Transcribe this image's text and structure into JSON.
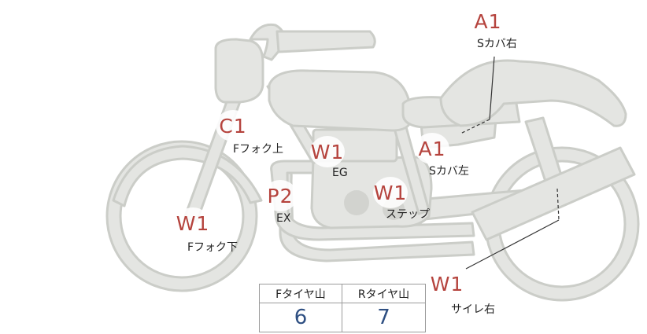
{
  "markers": [
    {
      "code": "A1",
      "label": "Sカバ右"
    },
    {
      "code": "C1",
      "label": "Fフォク上"
    },
    {
      "code": "W1",
      "label": "EG"
    },
    {
      "code": "A1",
      "label": "Sカバ左"
    },
    {
      "code": "W1",
      "label": "ステップ"
    },
    {
      "code": "P2",
      "label": "EX"
    },
    {
      "code": "W1",
      "label": "Fフォク下"
    },
    {
      "code": "W1",
      "label": "サイレ右"
    }
  ],
  "tire_table": {
    "headers": [
      "Fタイヤ山",
      "Rタイヤ山"
    ],
    "values": [
      "6",
      "7"
    ]
  },
  "colors": {
    "body_fill": "#e4e5e2",
    "body_stroke": "#cbcdc8",
    "marker_text": "#b5433d",
    "value_text": "#2e4f82"
  }
}
